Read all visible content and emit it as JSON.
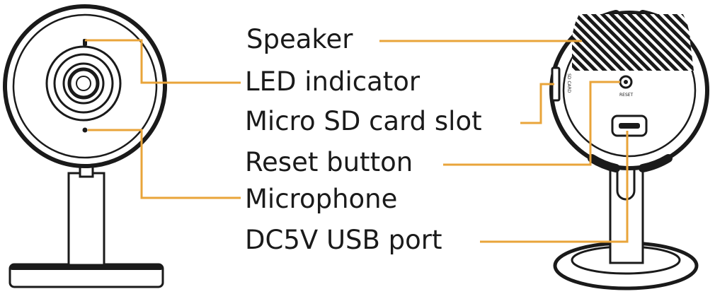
{
  "colors": {
    "leader_line": "#e9a43a",
    "outline": "#1a1a1a",
    "background": "#ffffff"
  },
  "labels": {
    "speaker": "Speaker",
    "led_indicator": "LED indicator",
    "micro_sd_card_slot": "Micro SD card slot",
    "reset_button": "Reset button",
    "microphone": "Microphone",
    "dc5v_usb_port": "DC5V USB port"
  },
  "device_markings": {
    "reset": "RESET",
    "sd_card": "SD CARD"
  }
}
